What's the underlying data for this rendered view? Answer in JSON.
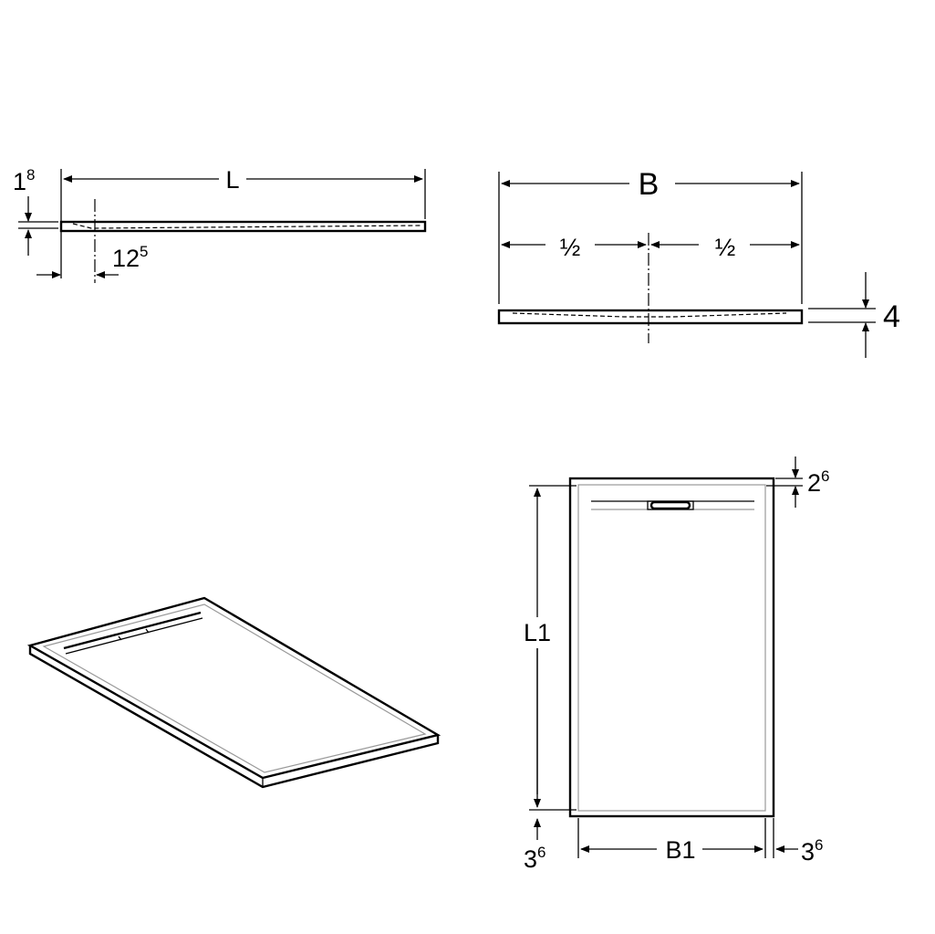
{
  "side_view": {
    "length_label": "L",
    "thickness_base": "1",
    "thickness_sup": "8",
    "drain_offset_base": "12",
    "drain_offset_sup": "5"
  },
  "front_view": {
    "width_label": "B",
    "half_left": "½",
    "half_right": "½",
    "height_label": "4"
  },
  "top_view": {
    "top_margin_base": "2",
    "top_margin_sup": "6",
    "inner_length_label": "L1",
    "bottom_margin_base": "3",
    "bottom_margin_sup": "6",
    "inner_width_label": "B1",
    "side_margin_base": "3",
    "side_margin_sup": "6"
  }
}
